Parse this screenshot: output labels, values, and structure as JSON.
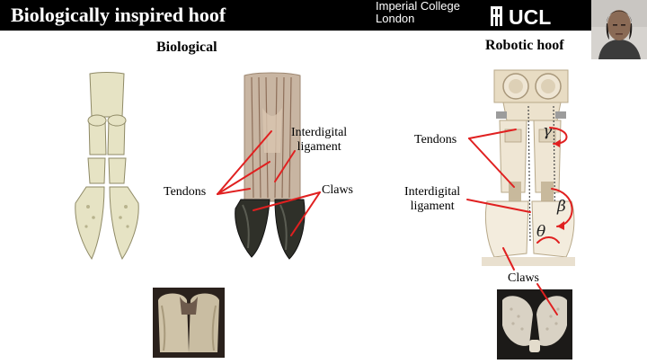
{
  "slide": {
    "title": "Biologically inspired hoof",
    "institution_line1": "Imperial College",
    "institution_line2": "London",
    "ucl_logo_text": "UCL"
  },
  "sections": {
    "biological_heading": "Biological",
    "robotic_heading": "Robotic hoof"
  },
  "biological_labels": {
    "interdigital_line1": "Interdigital",
    "interdigital_line2": "ligament",
    "tendons": "Tendons",
    "claws": "Claws"
  },
  "robotic_labels": {
    "tendons": "Tendons",
    "interdigital_line1": "Interdigital",
    "interdigital_line2": "ligament",
    "claws": "Claws",
    "angle_gamma": "γ",
    "angle_beta": "β",
    "angle_theta": "θ"
  },
  "colors": {
    "header_bg": "#000000",
    "annotation_red": "#e02020",
    "bone": "#e6e3c4",
    "robot_body": "#efe6d4"
  }
}
